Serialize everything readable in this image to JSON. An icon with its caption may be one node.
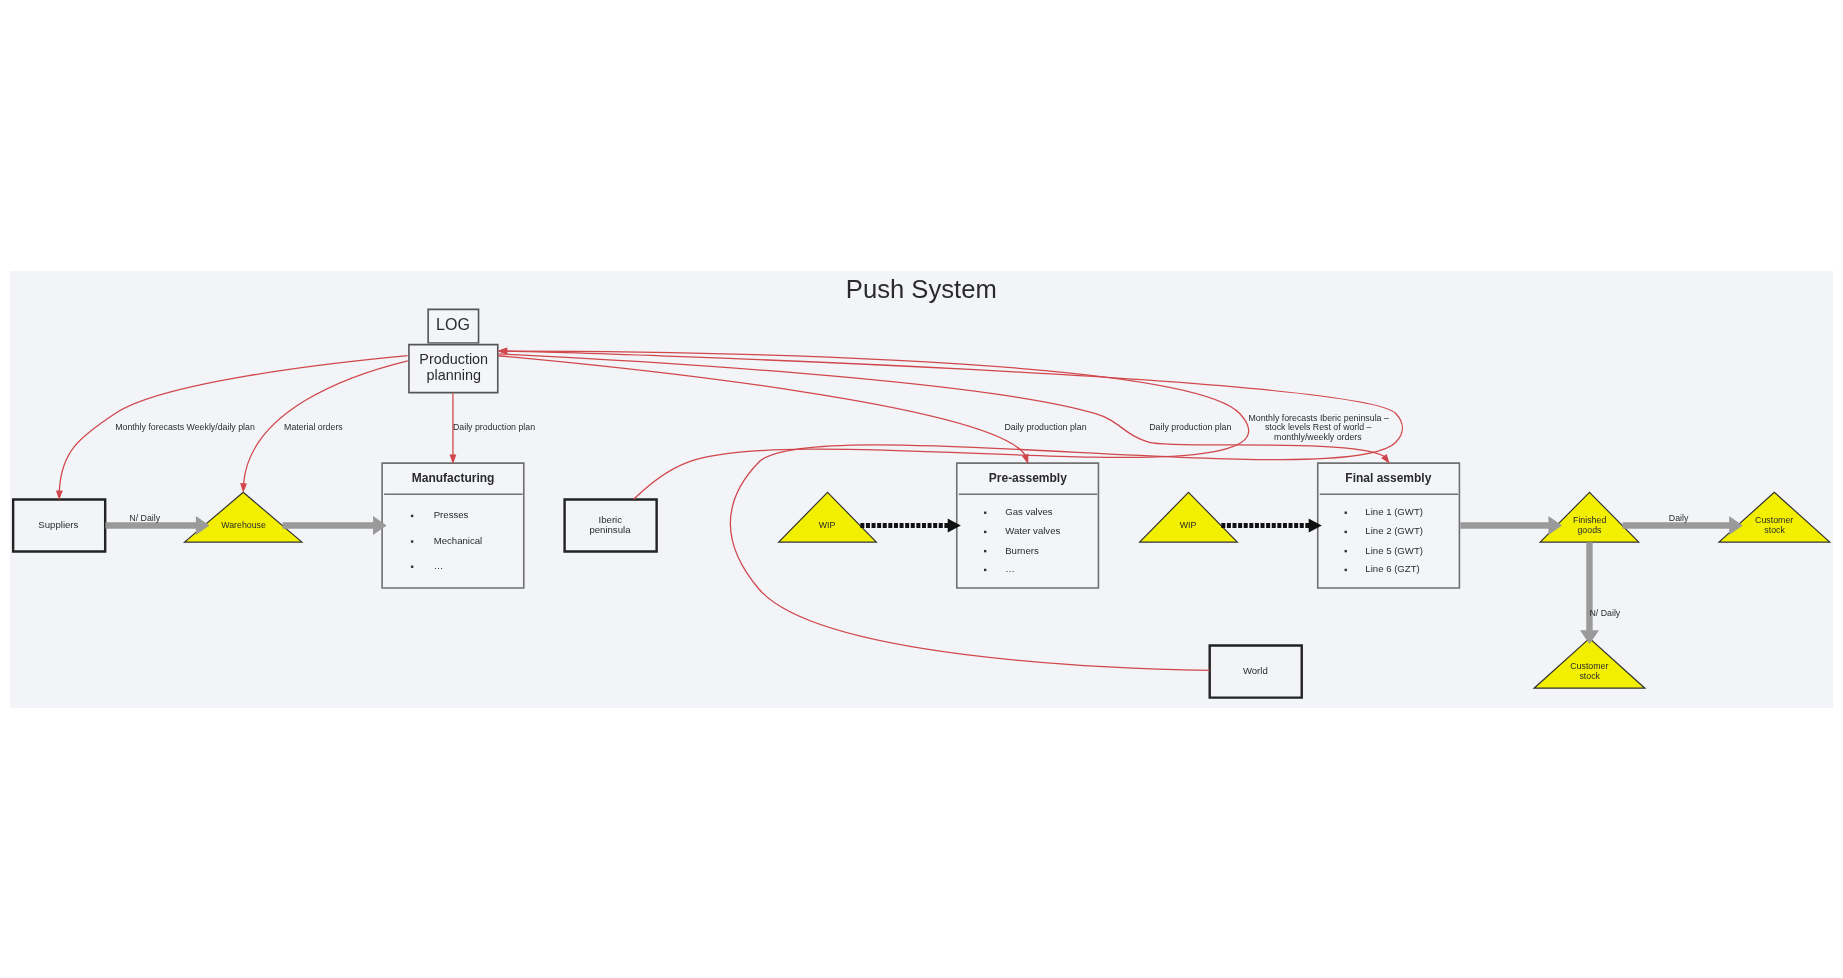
{
  "diagram": {
    "title": "Push System",
    "nodes": [
      {
        "text": [
          "LOG",
          "Production planning"
        ]
      },
      {
        "text": [
          "Suppliers"
        ]
      },
      {
        "text": [
          "Warehouse"
        ]
      },
      {
        "text": [
          "Manufacturing",
          "Presses",
          "Mechanical",
          "…"
        ]
      },
      {
        "text": [
          "WIP"
        ]
      },
      {
        "text": [
          "Pre-assembly",
          "Gas valves",
          "Water valves",
          "Burners",
          "…"
        ]
      },
      {
        "text": [
          "WIP"
        ]
      },
      {
        "text": [
          "Final assembly",
          "Line 1 (GWT)",
          "Line 2 (GWT)",
          "Line 5 (GWT)",
          "Line 6 (GZT)"
        ]
      },
      {
        "text": [
          "Finished goods"
        ]
      },
      {
        "text": [
          "Customer stock"
        ]
      },
      {
        "text": [
          "Iberic peninsula"
        ]
      },
      {
        "text": [
          "Customer stock"
        ]
      },
      {
        "text": [
          "World"
        ]
      }
    ],
    "edges": [
      {
        "from": 0,
        "to": 1,
        "arrow": "to",
        "label": "Monthly forecasts Weekly/daily plan"
      },
      {
        "from": 0,
        "to": 2,
        "arrow": "to",
        "label": "Material orders"
      },
      {
        "from": 0,
        "to": 3,
        "arrow": "to",
        "label": "Daily production plan"
      },
      {
        "from": 0,
        "to": 5,
        "arrow": "to",
        "label": "Daily production plan"
      },
      {
        "from": 0,
        "to": 7,
        "arrow": "to",
        "label": "Daily production plan"
      },
      {
        "from": 10,
        "to": 0,
        "arrow": "to",
        "label": "Monthly forecasts Iberic peninsula – stock levels Rest of world – monthly/weekly orders"
      },
      {
        "from": 12,
        "to": 0,
        "arrow": "to"
      },
      {
        "from": 1,
        "to": 2,
        "arrow": "to",
        "label": "N/ Daily",
        "style": "thick",
        "color": "#9a9a9a"
      },
      {
        "from": 2,
        "to": 3,
        "arrow": "to",
        "style": "thick",
        "color": "#9a9a9a"
      },
      {
        "from": 4,
        "to": 5,
        "arrow": "to",
        "style": "dashed",
        "color": "#111111"
      },
      {
        "from": 6,
        "to": 7,
        "arrow": "to",
        "style": "dashed",
        "color": "#111111"
      },
      {
        "from": 7,
        "to": 8,
        "arrow": "to",
        "style": "thick",
        "color": "#9a9a9a"
      },
      {
        "from": 8,
        "to": 9,
        "arrow": "to",
        "label": "Daily",
        "style": "thick",
        "color": "#9a9a9a"
      },
      {
        "from": 8,
        "to": 11,
        "arrow": "to",
        "label": "N/ Daily",
        "style": "thick",
        "color": "#9a9a9a"
      }
    ]
  }
}
